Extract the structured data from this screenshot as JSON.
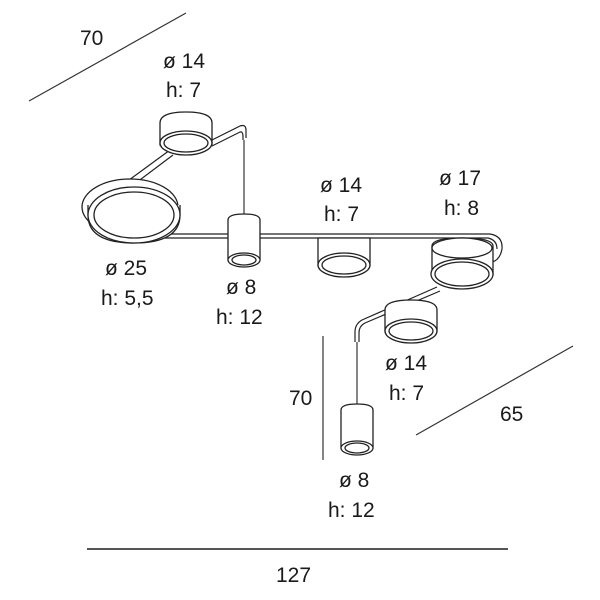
{
  "dimensions": {
    "depth_top": "70",
    "drop_height": "70",
    "depth_right": "65",
    "width_total": "127"
  },
  "lamps": [
    {
      "id": "top-small",
      "diameter": "ø 14",
      "height": "h: 7"
    },
    {
      "id": "large-disc",
      "diameter": "ø 25",
      "height": "h: 5,5"
    },
    {
      "id": "pendant-left",
      "diameter": "ø 8",
      "height": "h: 12"
    },
    {
      "id": "middle-small",
      "diameter": "ø 14",
      "height": "h: 7"
    },
    {
      "id": "right-medium",
      "diameter": "ø 17",
      "height": "h: 8"
    },
    {
      "id": "lower-small",
      "diameter": "ø 14",
      "height": "h: 7"
    },
    {
      "id": "pendant-bottom",
      "diameter": "ø 8",
      "height": "h: 12"
    }
  ],
  "colors": {
    "line": "#222222",
    "dimension_line": "#555555",
    "background": "#ffffff"
  }
}
